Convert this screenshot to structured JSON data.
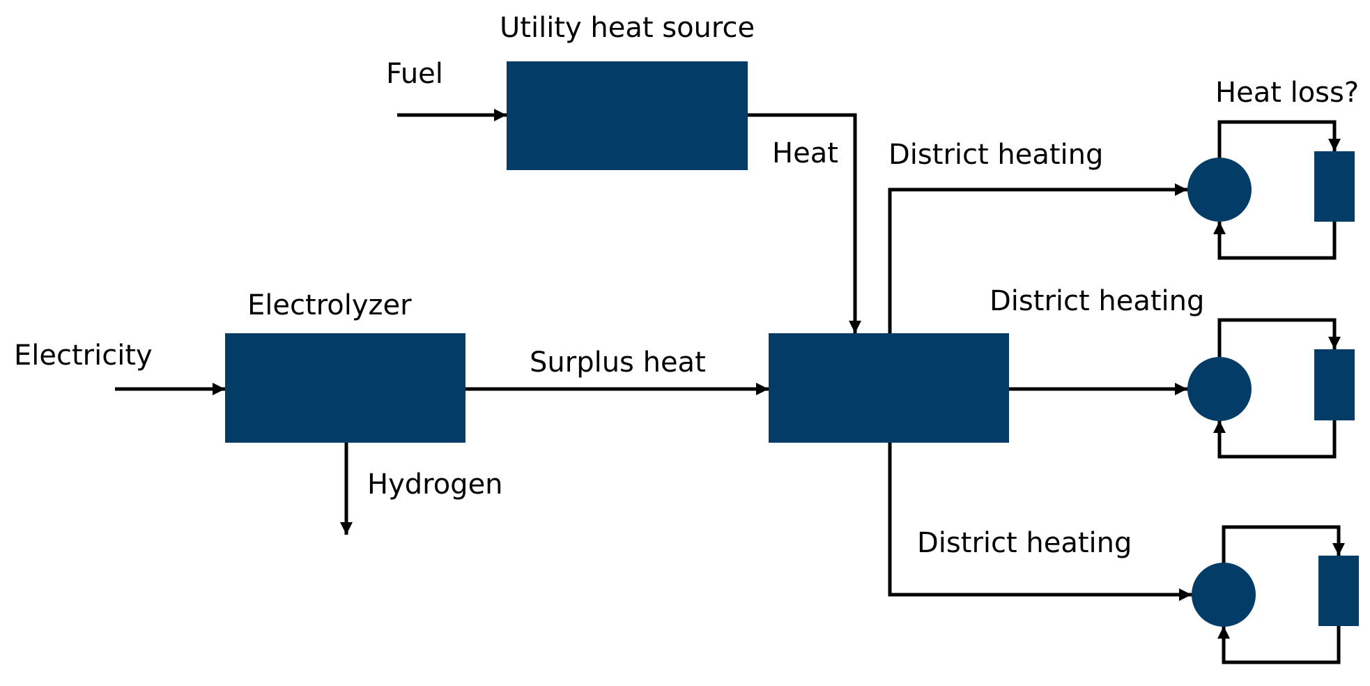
{
  "colors": {
    "block": "#033c66",
    "line": "#000000",
    "background": "#ffffff"
  },
  "labels": {
    "utility_heat_source": "Utility heat source",
    "fuel": "Fuel",
    "heat": "Heat",
    "electrolyzer": "Electrolyzer",
    "electricity": "Electricity",
    "surplus_heat": "Surplus heat",
    "hydrogen": "Hydrogen",
    "district_heating_1": "District heating",
    "district_heating_2": "District heating",
    "district_heating_3": "District heating",
    "heat_loss": "Heat loss?"
  }
}
